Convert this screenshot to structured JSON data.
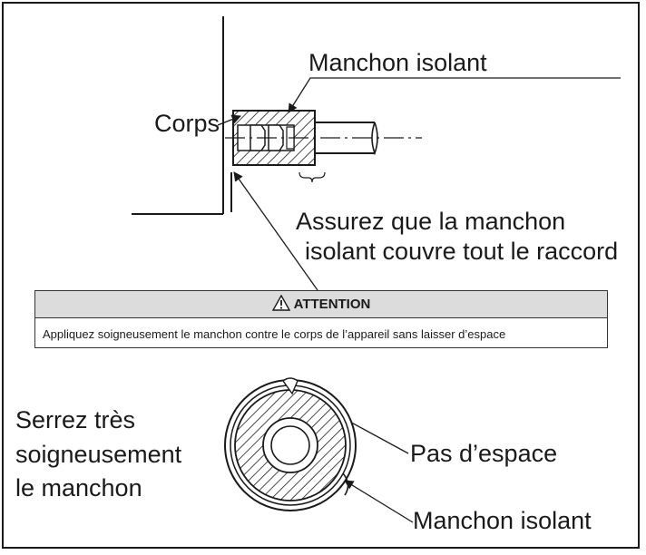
{
  "labels": {
    "sleeve_top": "Manchon isolant",
    "body": "Corps",
    "ensure_line1": "Assurez que la manchon",
    "ensure_line2": "isolant couvre tout le raccord",
    "tighten_line1": "Serrez très",
    "tighten_line2": "soigneusement",
    "tighten_line3": "le manchon",
    "no_gap": "Pas d’espace",
    "sleeve_bottom": "Manchon isolant"
  },
  "warning": {
    "title": "ATTENTION",
    "text": "Appliquez soigneusement le manchon contre le corps de l’appareil sans laisser d’espace"
  },
  "icons": {
    "warning": "warning-triangle-icon"
  },
  "colors": {
    "line": "#1a1a1a",
    "banner": "#dcdcdc"
  }
}
